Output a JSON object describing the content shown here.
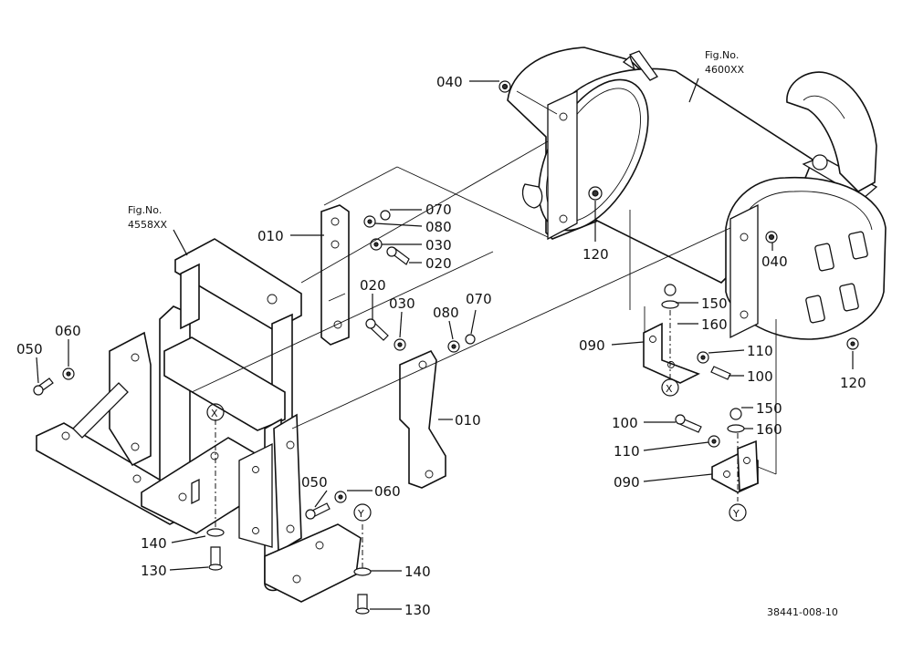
{
  "fig_refs": [
    {
      "line1": "Fig.No.",
      "line2": "4600XX"
    },
    {
      "line1": "Fig.No.",
      "line2": "4558XX"
    }
  ],
  "callouts": {
    "c040a": "040",
    "c070a": "070",
    "c080a": "080",
    "c030a": "030",
    "c020a": "020",
    "c010a": "010",
    "c120a": "120",
    "c040b": "040",
    "c020b": "020",
    "c030b": "030",
    "c080b": "080",
    "c070b": "070",
    "c050a": "050",
    "c060a": "060",
    "c150a": "150",
    "c160a": "160",
    "c090a": "090",
    "c110a": "110",
    "c100a": "100",
    "c120b": "120",
    "c010b": "010",
    "c100b": "100",
    "c150b": "150",
    "c160b": "160",
    "c110b": "110",
    "c090b": "090",
    "c050b": "050",
    "c060b": "060",
    "c140a": "140",
    "c130a": "130",
    "c140b": "140",
    "c130b": "130"
  },
  "markers": {
    "x1": "X",
    "x2": "X",
    "y1": "Y",
    "y2": "Y"
  },
  "drawing_code": "38441-008-10",
  "colors": {
    "ink": "#111111",
    "paper": "#ffffff"
  }
}
